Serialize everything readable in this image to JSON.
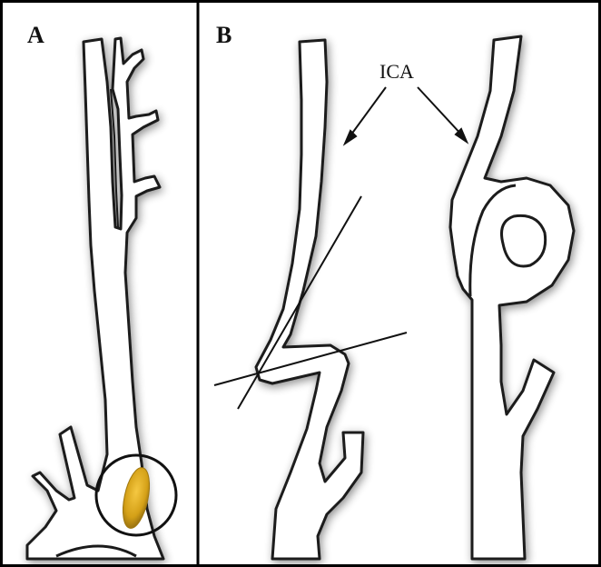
{
  "panels": {
    "a": {
      "label": "A"
    },
    "b": {
      "label": "B"
    }
  },
  "annotations": {
    "ica": "ICA"
  },
  "colors": {
    "vessel_fill": "#ffffff",
    "vessel_stroke": "#1a1a1a",
    "plaque": "#d4a017",
    "frame": "#000000"
  }
}
